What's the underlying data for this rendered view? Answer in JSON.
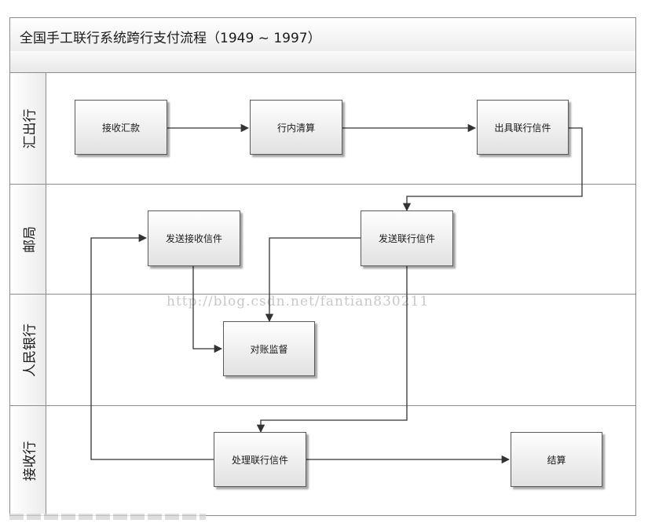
{
  "title": "全国手工联行系统跨行支付流程（1949 ~ 1997）",
  "lanes": [
    {
      "label": "汇出行"
    },
    {
      "label": "邮局"
    },
    {
      "label": "人民银行"
    },
    {
      "label": "接收行"
    }
  ],
  "nodes": {
    "receive_remittance": "接收汇款",
    "internal_clearing": "行内清算",
    "issue_interbank_letter": "出具联行信件",
    "send_receive_letter": "发送接收信件",
    "send_interbank_letter": "发送联行信件",
    "reconcile_supervise": "对账监督",
    "process_interbank_letter": "处理联行信件",
    "settlement": "结算"
  },
  "watermark": "http://blog.csdn.net/fantian830211",
  "colors": {
    "border": "#8c8c8c",
    "node_border": "#5a5a5a",
    "arrow": "#333333",
    "watermark": "#c8c8c8"
  }
}
